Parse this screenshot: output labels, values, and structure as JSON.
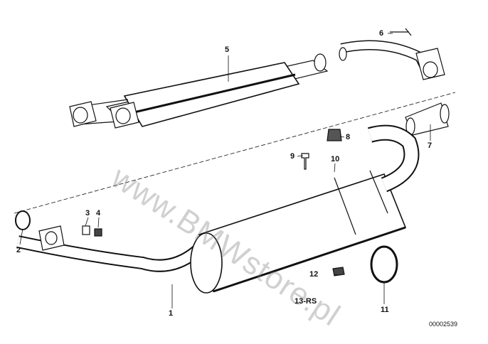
{
  "diagram": {
    "part_labels": [
      "1",
      "2",
      "3",
      "4",
      "5",
      "6",
      "7",
      "8",
      "9",
      "10",
      "11",
      "12"
    ],
    "group_label": "13-RS",
    "diagram_code": "00002539",
    "watermark": "www.BMWstore.pl"
  }
}
